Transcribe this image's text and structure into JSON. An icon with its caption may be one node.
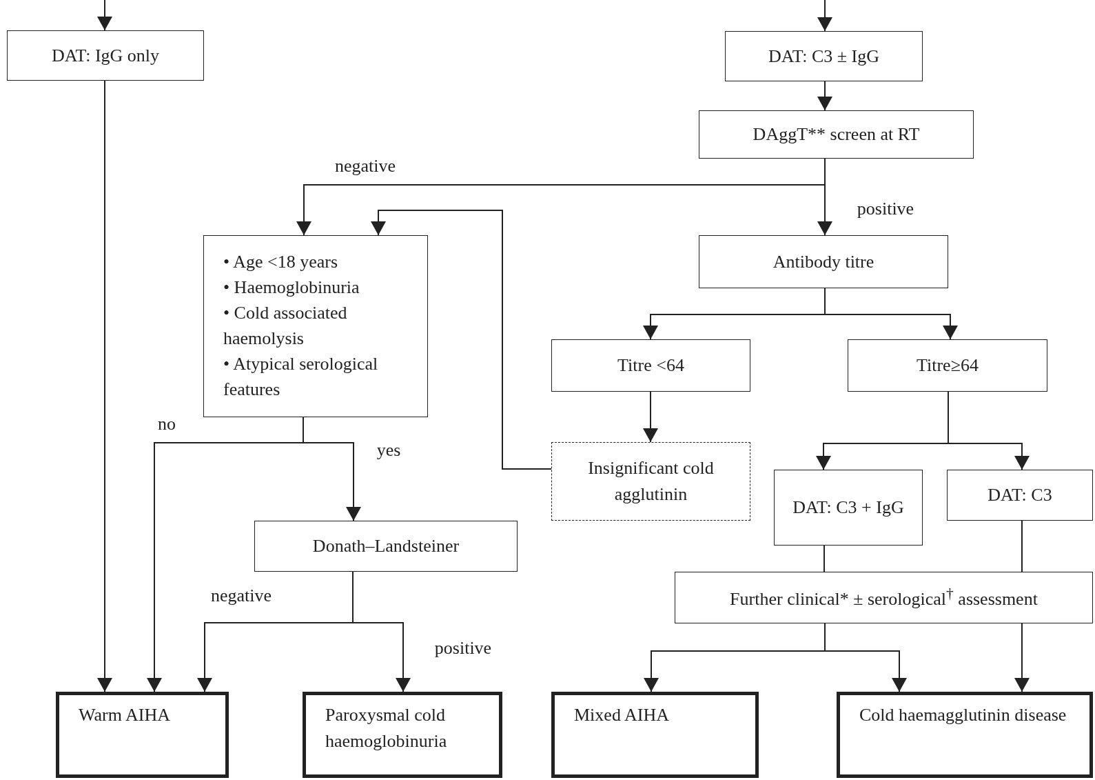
{
  "diagram": {
    "nodes": [
      {
        "text": [
          "DAT: IgG only"
        ]
      },
      {
        "text": [
          "DAT: C3 ± IgG"
        ]
      },
      {
        "text": [
          "DAggT** screen at RT"
        ]
      },
      {
        "text": [
          "• Age <18 years",
          "• Haemoglobinuria",
          "• Cold associated haemolysis",
          "• Atypical serological features"
        ]
      },
      {
        "text": [
          "Antibody titre"
        ]
      },
      {
        "text": [
          "Titre <64"
        ]
      },
      {
        "text": [
          "Titre≥64"
        ]
      },
      {
        "text": [
          "Insignificant cold agglutinin"
        ]
      },
      {
        "text": [
          "DAT: C3 + IgG"
        ]
      },
      {
        "text": [
          "DAT: C3"
        ]
      },
      {
        "text": [
          "Donath–Landsteiner"
        ]
      },
      {
        "text": [
          "Further clinical* ± serological$^{†}$ assessment"
        ]
      },
      {
        "text": [
          "Warm AIHA"
        ]
      },
      {
        "text": [
          "Paroxysmal cold haemoglobinuria"
        ]
      },
      {
        "text": [
          "Mixed AIHA"
        ]
      },
      {
        "text": [
          "Cold haemagglutinin disease"
        ]
      }
    ],
    "edges": [
      {
        "from": null,
        "to": 0,
        "arrow": "to"
      },
      {
        "from": null,
        "to": 1,
        "arrow": "to"
      },
      {
        "from": 1,
        "to": 2,
        "arrow": "to"
      },
      {
        "from": 2,
        "to": 3,
        "arrow": "to",
        "label": "negative"
      },
      {
        "from": 2,
        "to": 4,
        "arrow": "to",
        "label": "positive"
      },
      {
        "from": 7,
        "to": 3,
        "arrow": "to"
      },
      {
        "from": 0,
        "to": 12,
        "arrow": "to"
      },
      {
        "from": 3,
        "to": 12,
        "arrow": "to",
        "label": "no"
      },
      {
        "from": 3,
        "to": 10,
        "arrow": "to",
        "label": "yes"
      },
      {
        "from": 10,
        "to": 12,
        "arrow": "to",
        "label": "negative"
      },
      {
        "from": 10,
        "to": 13,
        "arrow": "to",
        "label": "positive"
      },
      {
        "from": 4,
        "to": 5,
        "arrow": "to"
      },
      {
        "from": 4,
        "to": 6,
        "arrow": "to"
      },
      {
        "from": 5,
        "to": 7,
        "arrow": "to"
      },
      {
        "from": 6,
        "to": 8,
        "arrow": "to"
      },
      {
        "from": 6,
        "to": 9,
        "arrow": "to"
      },
      {
        "from": 8,
        "to": 11,
        "arrow": "none"
      },
      {
        "from": 9,
        "to": 11,
        "arrow": "none"
      },
      {
        "from": 11,
        "to": 14,
        "arrow": "to"
      },
      {
        "from": 11,
        "to": 15,
        "arrow": "to"
      },
      {
        "from": 11,
        "to": 15,
        "arrow": "to"
      }
    ]
  }
}
